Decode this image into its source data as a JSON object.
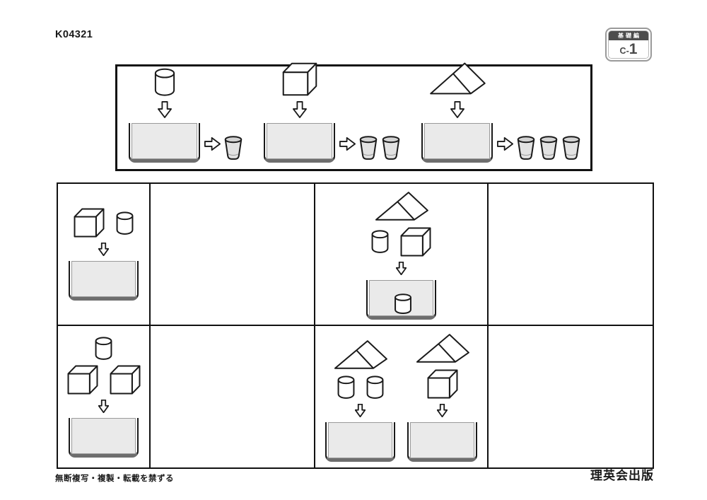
{
  "header": {
    "code": "K04321",
    "badge": {
      "series": "基礎編",
      "level_prefix": "C-",
      "level_number": "1"
    }
  },
  "legend": {
    "items": [
      {
        "shape": "cylinder",
        "cups": 1
      },
      {
        "shape": "cube",
        "cups": 2
      },
      {
        "shape": "prism",
        "cups": 3
      }
    ]
  },
  "grid": {
    "rows": 2,
    "columns": 4,
    "cells": [
      {
        "row": 1,
        "col": 1,
        "type": "problem",
        "groups": [
          {
            "shape_rows": [
              [
                "cube",
                "cylinder"
              ]
            ],
            "tub": {
              "content": null
            }
          }
        ]
      },
      {
        "row": 1,
        "col": 2,
        "type": "answer-empty"
      },
      {
        "row": 1,
        "col": 3,
        "type": "problem",
        "groups": [
          {
            "shape_rows": [
              [
                "prism"
              ],
              [
                "cylinder",
                "cube"
              ]
            ],
            "tub": {
              "content": "cylinder"
            }
          }
        ]
      },
      {
        "row": 1,
        "col": 4,
        "type": "answer-empty"
      },
      {
        "row": 2,
        "col": 1,
        "type": "problem",
        "groups": [
          {
            "shape_rows": [
              [
                "cylinder"
              ],
              [
                "cube",
                "cube"
              ]
            ],
            "tub": {
              "content": null
            }
          }
        ]
      },
      {
        "row": 2,
        "col": 2,
        "type": "answer-empty"
      },
      {
        "row": 2,
        "col": 3,
        "type": "problem",
        "groups": [
          {
            "shape_rows": [
              [
                "prism"
              ],
              [
                "cylinder",
                "cylinder"
              ]
            ],
            "tub": {
              "content": null
            }
          },
          {
            "shape_rows": [
              [
                "prism"
              ],
              [
                "cube"
              ]
            ],
            "tub": {
              "content": null
            }
          }
        ]
      },
      {
        "row": 2,
        "col": 4,
        "type": "answer-empty"
      }
    ]
  },
  "footer": {
    "copyright": "無断複写・複製・転載を禁ずる",
    "publisher": "理英会出版"
  },
  "colors": {
    "ink": "#1a1a1a",
    "water_fill": "#eaeaea",
    "cup_fill": "#e2e2e2",
    "cup_rim": "#d2d2d2",
    "tub_base": "#6e6e6e",
    "badge_band": "#4d4d4d",
    "badge_text": "#4a4a4a"
  }
}
